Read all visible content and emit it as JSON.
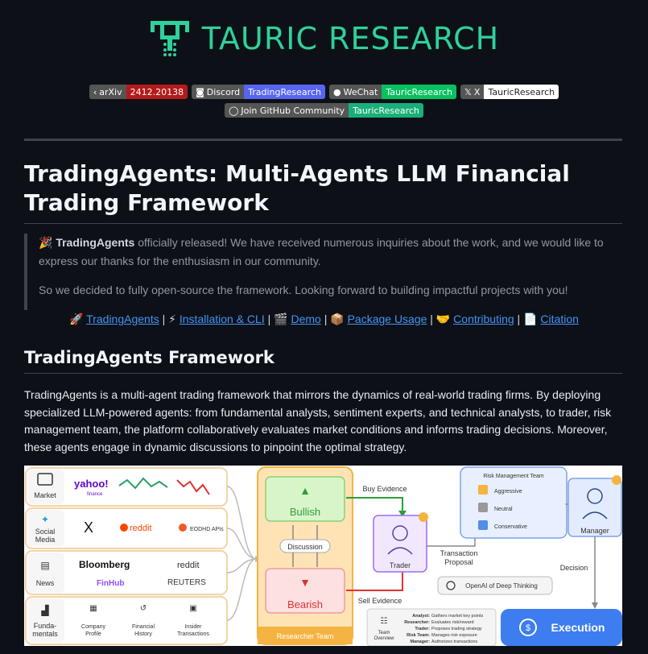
{
  "logo": {
    "text": "TAURIC RESEARCH",
    "color": "#2fd19a"
  },
  "badges_row1": [
    {
      "left": "arXiv",
      "right": "2412.20138",
      "color": "#b31b1b",
      "icon": "chevron-left-icon"
    },
    {
      "left": "Discord",
      "right": "TradingResearch",
      "color": "#5865f2",
      "icon": "discord-icon"
    },
    {
      "left": "WeChat",
      "right": "TauricResearch",
      "color": "#07c160",
      "icon": "wechat-icon"
    },
    {
      "left": "X",
      "right": "TauricResearch",
      "color": "#ffffff",
      "icon": "x-icon"
    }
  ],
  "badges_row2": [
    {
      "left": "Join GitHub Community",
      "right": "TauricResearch",
      "color": "#1aaf7a",
      "icon": "github-discussions-icon"
    }
  ],
  "title": "TradingAgents: Multi-Agents LLM Financial Trading Framework",
  "announcement": {
    "emoji": "🎉",
    "bold": "TradingAgents",
    "line1_rest": " officially released! We have received numerous inquiries about the work, and we would like to express our thanks for the enthusiasm in our community.",
    "line2": "So we decided to fully open-source the framework. Looking forward to building impactful projects with you!"
  },
  "nav_links": [
    {
      "emoji": "🚀",
      "label": "TradingAgents"
    },
    {
      "emoji": "⚡",
      "label": "Installation & CLI"
    },
    {
      "emoji": "🎬",
      "label": "Demo"
    },
    {
      "emoji": "📦",
      "label": "Package Usage"
    },
    {
      "emoji": "🤝",
      "label": "Contributing"
    },
    {
      "emoji": "📄",
      "label": "Citation"
    }
  ],
  "section_heading": "TradingAgents Framework",
  "description": "TradingAgents is a multi-agent trading framework that mirrors the dynamics of real-world trading firms. By deploying specialized LLM-powered agents: from fundamental analysts, sentiment experts, and technical analysts, to trader, risk management team, the platform collaboratively evaluates market conditions and informs trading decisions. Moreover, these agents engage in dynamic discussions to pinpoint the optimal strategy.",
  "diagram": {
    "sources": [
      {
        "label": "Market",
        "items": [
          "yahoo!",
          "finance"
        ]
      },
      {
        "label": "Social Media",
        "items": [
          "X",
          "reddit",
          "EODHD APIs"
        ]
      },
      {
        "label": "News",
        "items": [
          "Bloomberg",
          "reddit",
          "FinHub",
          "REUTERS"
        ]
      },
      {
        "label": "Funda-mentals",
        "items": [
          "Company Profile",
          "Financial History",
          "Insider Transactions"
        ]
      }
    ],
    "researcher_team": "Researcher Team",
    "bullish": "Bullish",
    "bearish": "Bearish",
    "discussion": "Discussion",
    "buy_evidence": "Buy Evidence",
    "sell_evidence": "Sell Evidence",
    "trader": "Trader",
    "transaction_proposal": "Transaction Proposal",
    "risk_team": "Risk Management Team",
    "risk_levels": [
      "Aggressive",
      "Neutral",
      "Conservative"
    ],
    "manager": "Manager",
    "decision": "Decision",
    "openai": "OpenAI of Deep Thinking",
    "execution": "Execution",
    "team_overview": {
      "title": "Team Overview",
      "rows": [
        {
          "role": "Analyst:",
          "desc": "Gathers market key points"
        },
        {
          "role": "Researcher:",
          "desc": "Evaluates risk/reward"
        },
        {
          "role": "Trader:",
          "desc": "Proposes trading strategy"
        },
        {
          "role": "Risk Team:",
          "desc": "Manages risk exposure"
        },
        {
          "role": "Manager:",
          "desc": "Authorizes transactions"
        }
      ]
    }
  }
}
